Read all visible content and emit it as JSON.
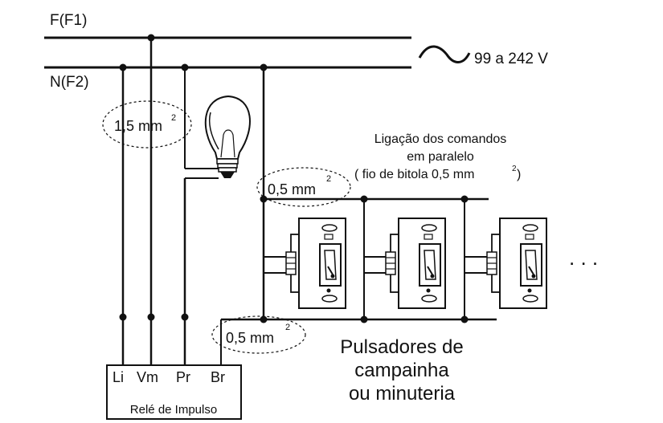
{
  "lines": {
    "phase_label": "F(F1)",
    "neutral_label": "N(F2)",
    "voltage_label": "99 a 242 V"
  },
  "wire_gauges": {
    "main_value": "1,5 mm",
    "main_sup": "2",
    "feed_value": "0,5 mm",
    "feed_sup": "2",
    "return_value": "0,5 mm",
    "return_sup": "2"
  },
  "note": {
    "line1": "Ligação dos comandos",
    "line2": "em paralelo",
    "line3_a": "( fio de bitola  0,5 mm",
    "line3_sup": "2",
    "line3_b": ")"
  },
  "relay": {
    "terminals": [
      "Li",
      "Vm",
      "Pr",
      "Br"
    ],
    "name": "Relé de Impulso"
  },
  "switches_caption": {
    "line1": "Pulsadores de",
    "line2": "campainha",
    "line3": "ou minuteria"
  },
  "continuation": ". . .",
  "colors": {
    "ink": "#111111",
    "background": "#ffffff"
  }
}
